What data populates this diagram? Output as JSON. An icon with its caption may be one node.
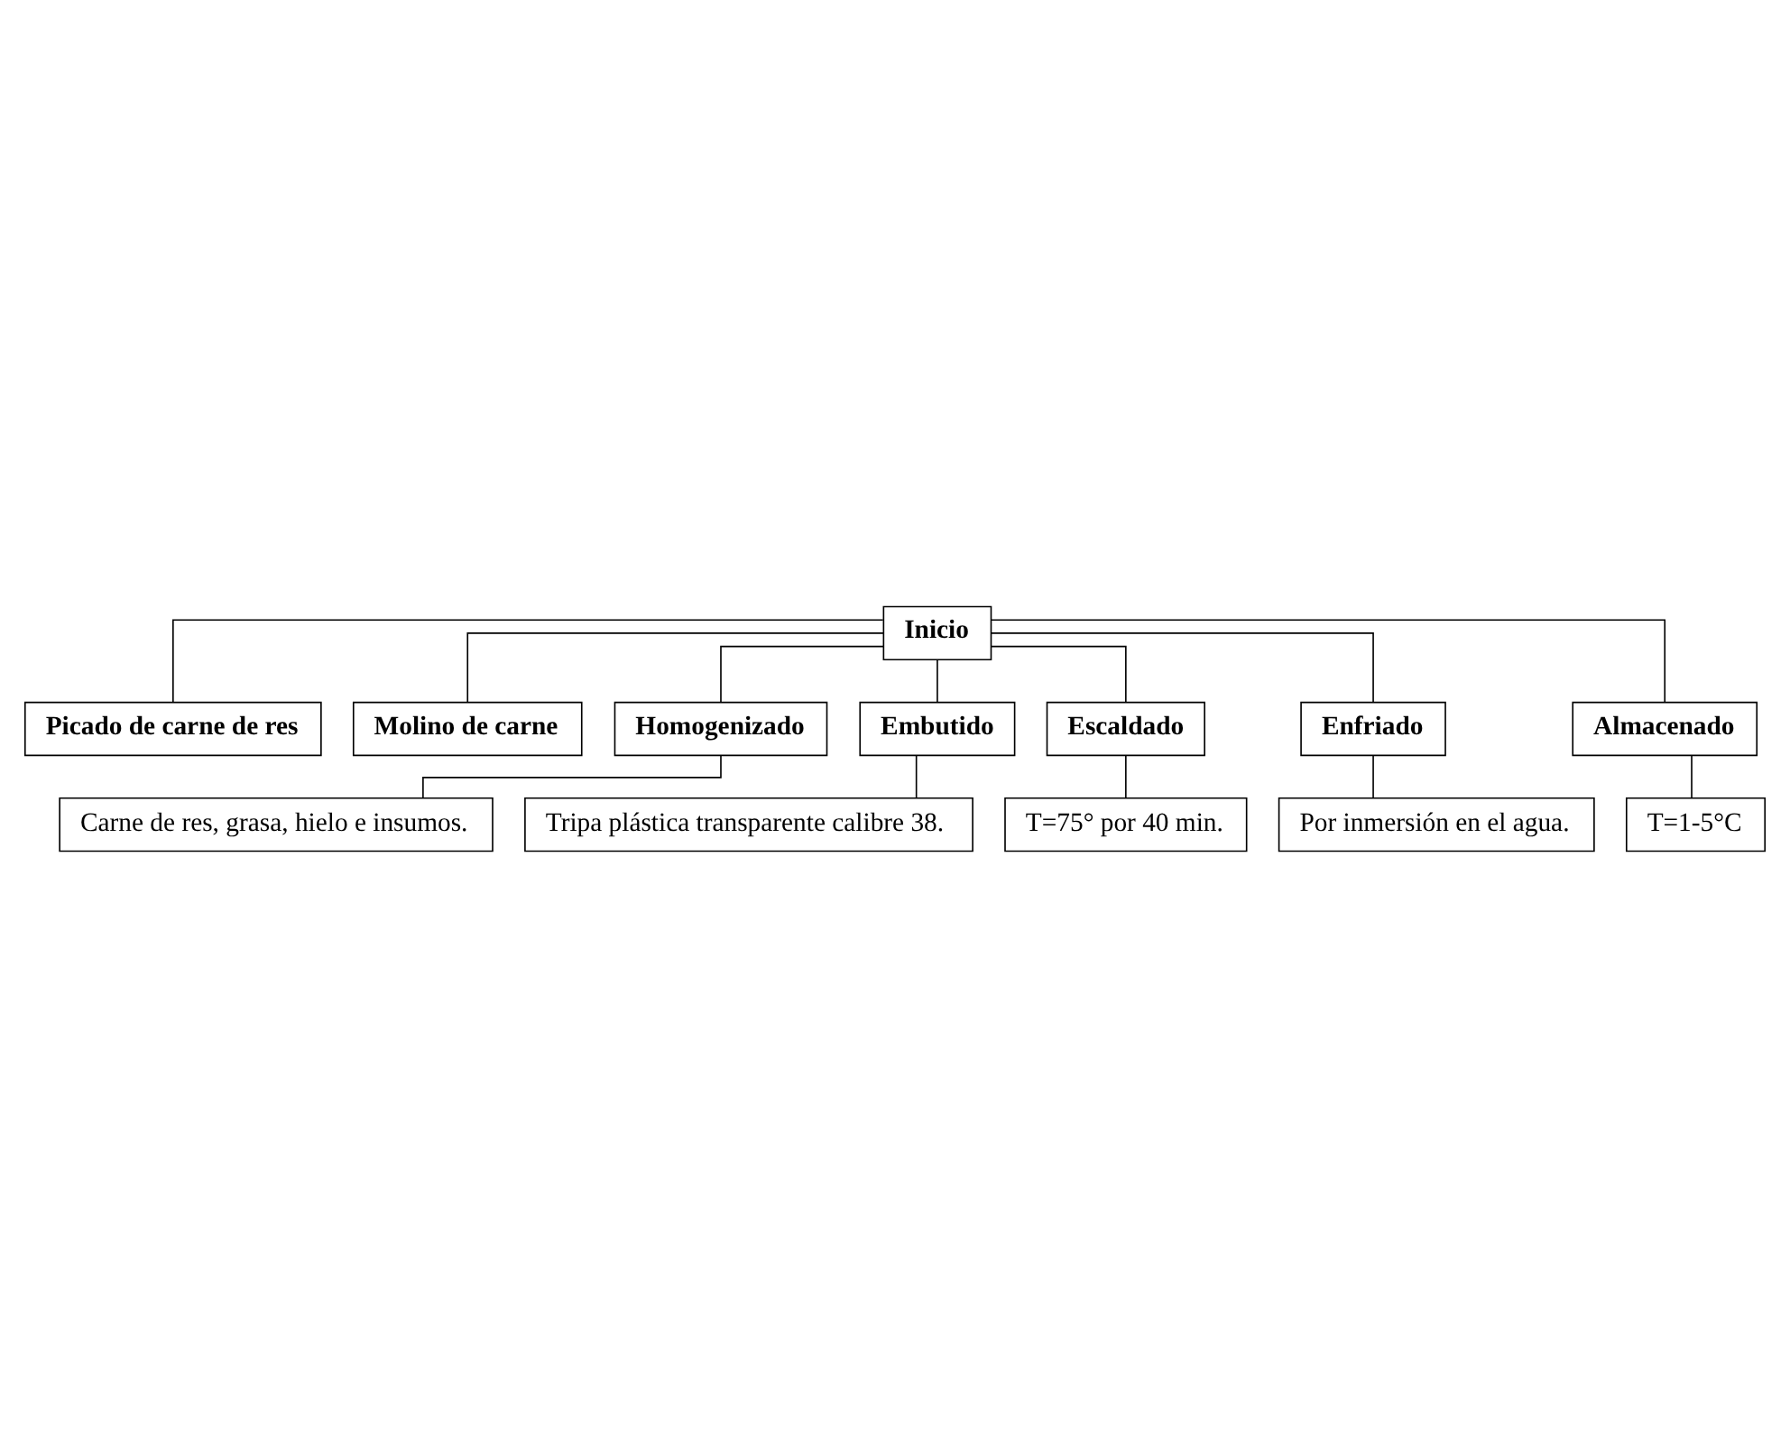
{
  "diagram": {
    "nodes": [
      {
        "text": [
          "Inicio"
        ]
      },
      {
        "text": [
          "Picado de carne de res"
        ]
      },
      {
        "text": [
          "Molino de carne"
        ]
      },
      {
        "text": [
          "Homogenizado"
        ]
      },
      {
        "text": [
          "Carne de res, grasa, hielo e insumos."
        ]
      },
      {
        "text": [
          "Embutido"
        ]
      },
      {
        "text": [
          "Tripa plástica transparente calibre 38."
        ]
      },
      {
        "text": [
          "Escaldado"
        ]
      },
      {
        "text": [
          "T=75° por 40 min."
        ]
      },
      {
        "text": [
          "Enfriado"
        ]
      },
      {
        "text": [
          "Por inmersión en el agua."
        ]
      },
      {
        "text": [
          "Almacenado"
        ]
      },
      {
        "text": [
          "T=1-5°C"
        ]
      }
    ],
    "edges": [
      {
        "from": 0,
        "to": 1,
        "arrow": "none"
      },
      {
        "from": 0,
        "to": 2,
        "arrow": "none"
      },
      {
        "from": 0,
        "to": 3,
        "arrow": "none"
      },
      {
        "from": 3,
        "to": 4,
        "arrow": "none"
      },
      {
        "from": 0,
        "to": 5,
        "arrow": "none"
      },
      {
        "from": 5,
        "to": 6,
        "arrow": "none"
      },
      {
        "from": 0,
        "to": 7,
        "arrow": "none"
      },
      {
        "from": 7,
        "to": 8,
        "arrow": "none"
      },
      {
        "from": 0,
        "to": 9,
        "arrow": "none"
      },
      {
        "from": 9,
        "to": 10,
        "arrow": "none"
      },
      {
        "from": 0,
        "to": 11,
        "arrow": "none"
      },
      {
        "from": 11,
        "to": 12,
        "arrow": "none"
      }
    ]
  }
}
